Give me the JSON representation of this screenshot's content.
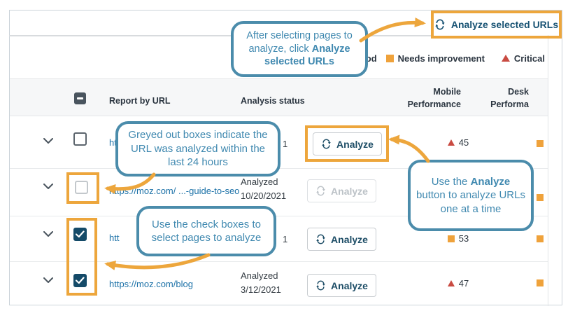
{
  "toolbar": {
    "analyze_selected_label": "Analyze selected URLs",
    "analyze_icon": "refresh-icon"
  },
  "legend": {
    "items": [
      {
        "icon": "none",
        "label": "g good"
      },
      {
        "icon": "orange-square",
        "label": "Needs improvement"
      },
      {
        "icon": "red-triangle",
        "label": "Critical"
      }
    ]
  },
  "table": {
    "headers": {
      "url": "Report by URL",
      "status": "Analysis status",
      "mobile_line1": "Mobile",
      "mobile_line2": "Performance",
      "desktop_line1": "Desk",
      "desktop_line2": "Performa",
      "select_all_checkbox": "indeterminate"
    },
    "rows": [
      {
        "checkbox": "unchecked",
        "url_visible": "ht",
        "status_visible": "1",
        "button_label": "Analyze",
        "button_state": "normal",
        "mobile_icon": "red-triangle",
        "mobile_value": "45",
        "desktop_icon": "orange-square"
      },
      {
        "checkbox": "disabled-greyed",
        "url": "https://moz.com/ ...-guide-to-seo",
        "status_line1": "Analyzed",
        "status_line2": "10/20/2021",
        "button_label": "Analyze",
        "button_state": "disabled",
        "mobile_icon": "hidden",
        "mobile_value": "",
        "desktop_icon": "orange-square"
      },
      {
        "checkbox": "checked",
        "url_visible": "htt",
        "status_visible": "1",
        "button_label": "Analyze",
        "button_state": "normal",
        "mobile_icon": "orange-square",
        "mobile_value": "53",
        "desktop_icon": "orange-square"
      },
      {
        "checkbox": "checked",
        "url": "https://moz.com/blog",
        "status_line1": "Analyzed",
        "status_line2": "3/12/2021",
        "button_label": "Analyze",
        "button_state": "normal",
        "mobile_icon": "red-triangle",
        "mobile_value": "47",
        "desktop_icon": "orange-square"
      }
    ]
  },
  "callouts": {
    "select_pages": {
      "pre": "After selecting pages to analyze, click ",
      "bold": "Analyze selected URLs"
    },
    "greyed_boxes": {
      "text": "Greyed out boxes indicate the URL was analyzed within the last 24 hours"
    },
    "analyze_button": {
      "pre": "Use the ",
      "bold": "Analyze",
      "post": " button to analyze URLs one at a time"
    },
    "checkboxes": {
      "text": "Use the check boxes to select pages to analyze"
    }
  },
  "colors": {
    "accent_orange": "#EDA63C",
    "callout_blue_border": "#4B8CAB",
    "callout_blue_text": "#4089B0",
    "link_blue": "#1D72A8",
    "navy_text": "#1D4D66",
    "critical_red": "#C94B42",
    "warning_orange": "#EFA23B",
    "checked_checkbox": "#144A68"
  }
}
